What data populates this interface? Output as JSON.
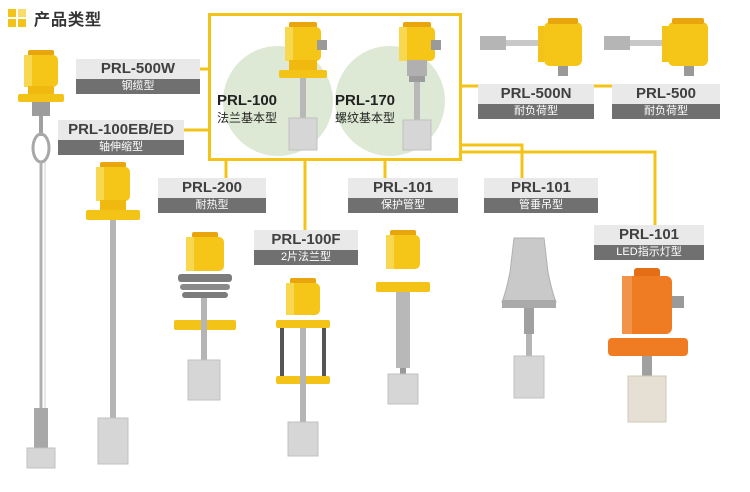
{
  "header": {
    "title": "产品类型"
  },
  "colors": {
    "accent": "#f3c417",
    "orange": "#ef7b22",
    "connector": "#f3c417"
  },
  "featured": {
    "left": {
      "model": "PRL-100",
      "desc": "法兰基本型"
    },
    "right": {
      "model": "PRL-170",
      "desc": "螺纹基本型"
    }
  },
  "labels": {
    "prl500w": {
      "model": "PRL-500W",
      "desc": "钢缆型"
    },
    "prl100eb": {
      "model": "PRL-100EB/ED",
      "desc": "轴伸缩型"
    },
    "prl200": {
      "model": "PRL-200",
      "desc": "耐热型"
    },
    "prl100f": {
      "model": "PRL-100F",
      "desc": "2片法兰型"
    },
    "prl101a": {
      "model": "PRL-101",
      "desc": "保护管型"
    },
    "prl101b": {
      "model": "PRL-101",
      "desc": "管垂吊型"
    },
    "prl101c": {
      "model": "PRL-101",
      "desc": "LED指示灯型"
    },
    "prl500n": {
      "model": "PRL-500N",
      "desc": "耐负荷型"
    },
    "prl500": {
      "model": "PRL-500",
      "desc": "耐负荷型"
    }
  }
}
